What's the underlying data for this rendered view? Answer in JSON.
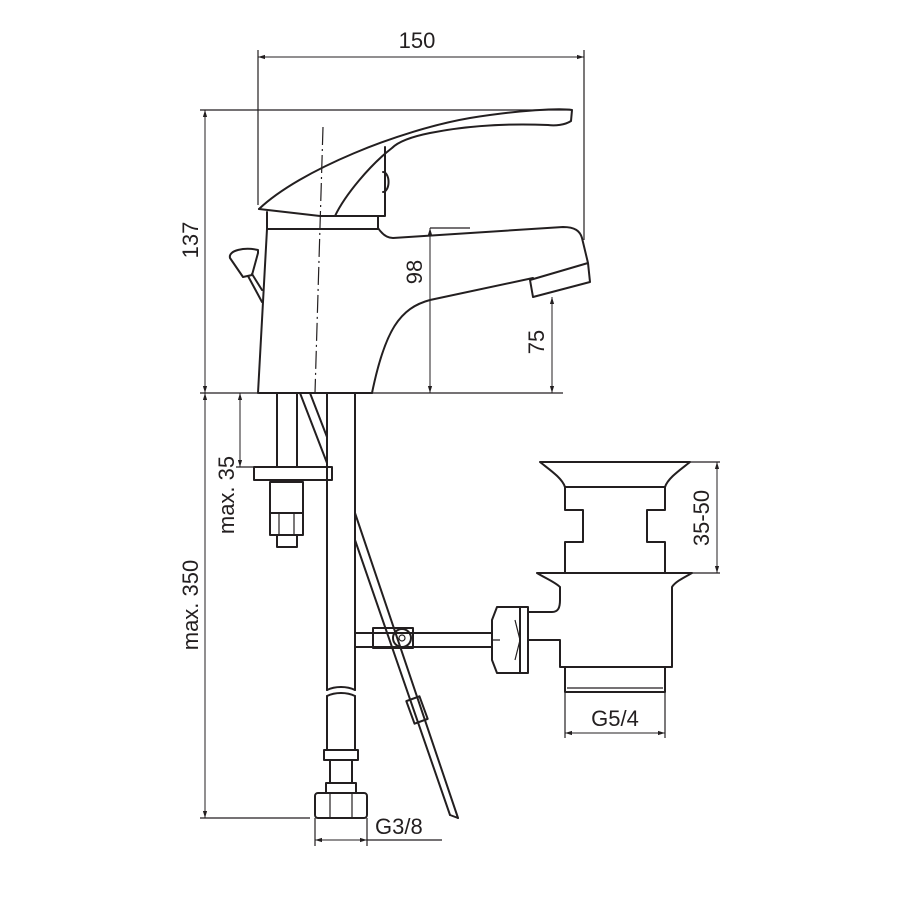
{
  "title": "Single-lever basin mixer with pop-up waste – dimensional drawing",
  "dimensions": {
    "width": "150",
    "height": "137",
    "spout_height": "98",
    "outlet_height": "75",
    "max_deck_thickness": "max. 35",
    "max_hose_length": "max. 350",
    "waste_range": "35-50",
    "waste_thread": "G5/4",
    "supply_thread": "G3/8"
  },
  "colors": {
    "line": "#231f20",
    "background": "#ffffff"
  }
}
